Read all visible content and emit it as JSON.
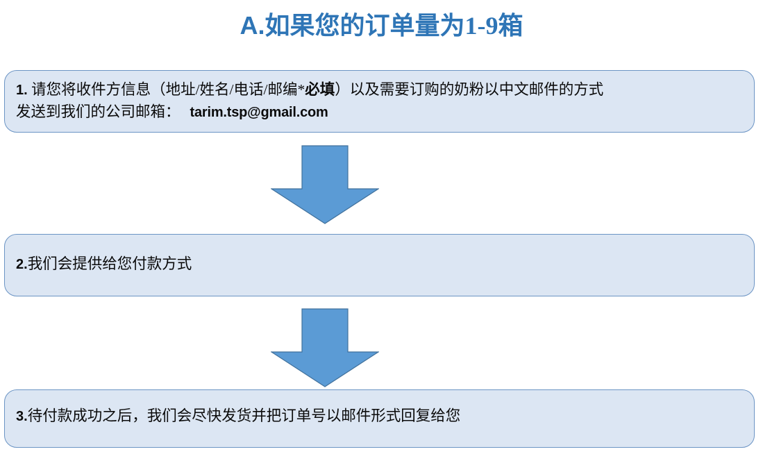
{
  "page": {
    "title_prefix": "A.",
    "title_text": "如果您的订单量为1-9箱",
    "title_color": "#2E75B6",
    "background_color": "#FFFFFF"
  },
  "theme": {
    "box_fill": "#DCE6F3",
    "box_border": "#6B94C4",
    "arrow_fill": "#5B9BD5",
    "arrow_border": "#41719C",
    "text_color": "#0B0B0B"
  },
  "steps": [
    {
      "number": "1.",
      "line1_a": " 请您将收件方信息（地址/姓名/电话/邮编*",
      "line1_bold": "必填",
      "line1_b": "）以及需要订购的奶粉以中文邮件的方式",
      "line2_a": "发送到我们的公司邮箱：",
      "email": "tarim.tsp@gmail.com"
    },
    {
      "number": "2.",
      "text": "我们会提供给您付款方式"
    },
    {
      "number": "3.",
      "text": "待付款成功之后，我们会尽快发货并把订单号以邮件形式回复给您"
    }
  ],
  "arrows": [
    {
      "direction": "down",
      "label": "step-1-to-step-2"
    },
    {
      "direction": "down",
      "label": "step-2-to-step-3"
    }
  ]
}
